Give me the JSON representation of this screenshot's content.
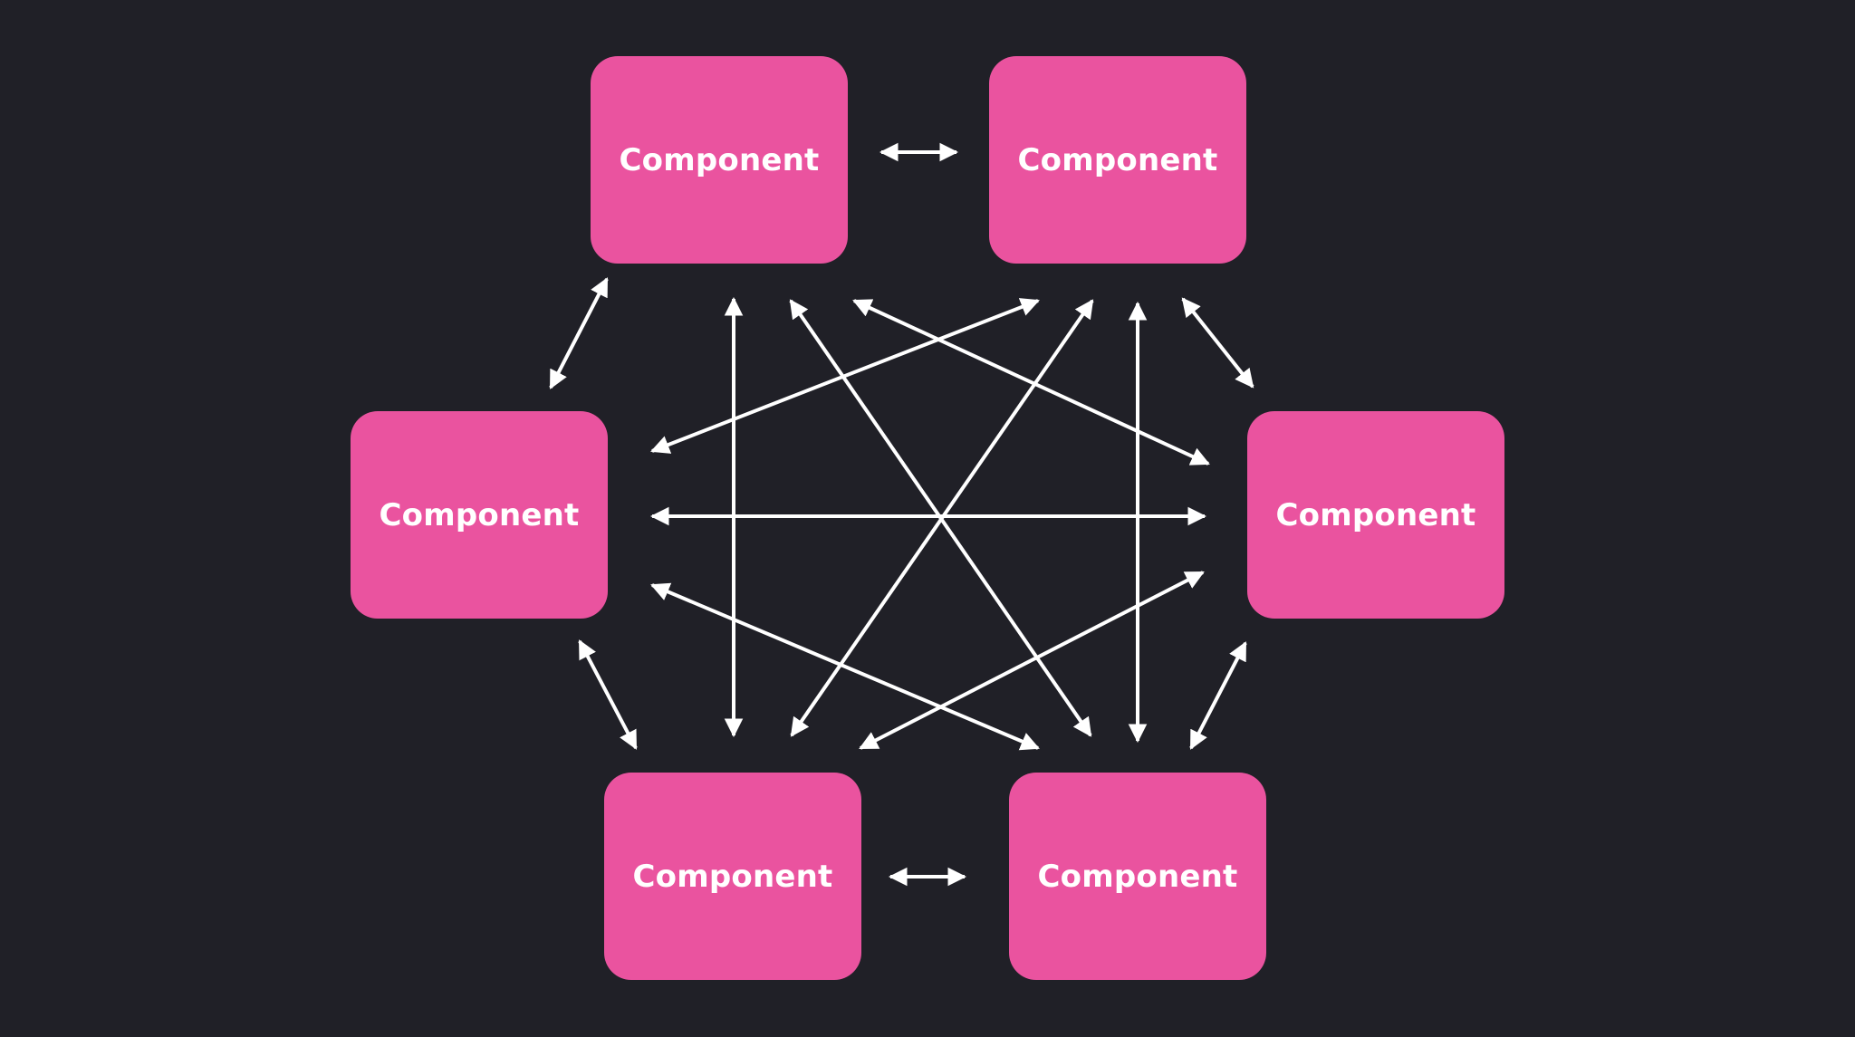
{
  "colors": {
    "background": "#202027",
    "node_fill": "#ea539f",
    "node_text": "#ffffff",
    "connector": "#ffffff"
  },
  "nodes": {
    "top_left": "Component",
    "top_right": "Component",
    "mid_left": "Component",
    "mid_right": "Component",
    "bottom_left": "Component",
    "bottom_right": "Component"
  },
  "connector_style": "bidirectional-arrow"
}
